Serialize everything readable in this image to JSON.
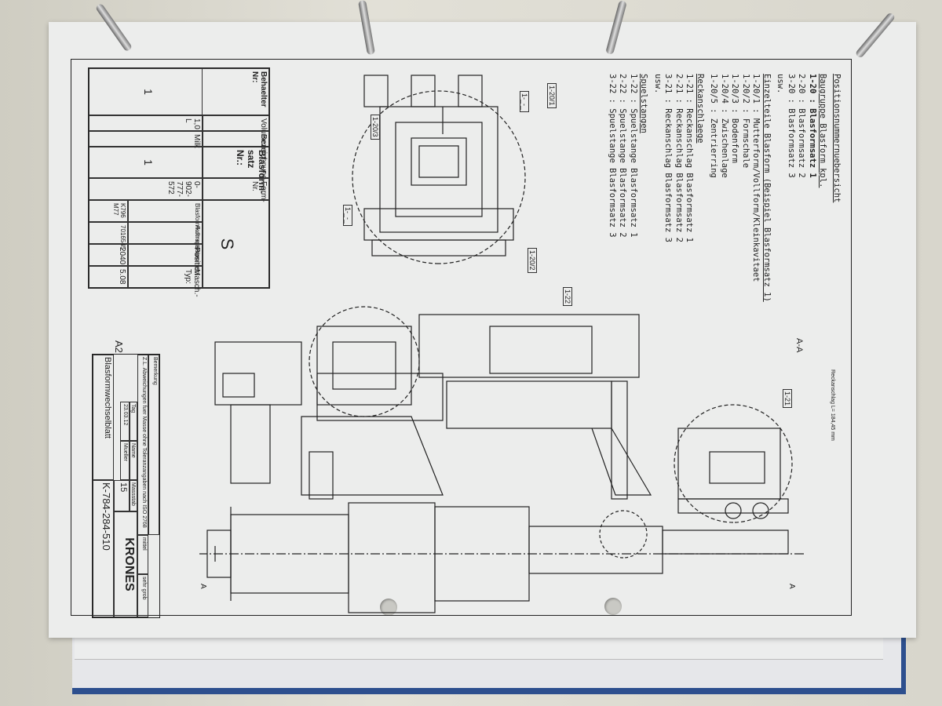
{
  "sheet": {
    "position_list": {
      "title": "Positionsnummernuebersicht",
      "group_heading": "Baugruppe Blasform kpl.",
      "group_items": [
        "1-20 : Blasformsatz 1",
        "2-20 : Blasformsatz 2",
        "3-20 : Blasformsatz 3",
        "usw."
      ],
      "parts_heading": "Einzelteile Blasform (Beispiel Blasformsatz 1)",
      "parts_items": [
        "1-20/1 : Mutterform/Vollform/Kleinkavitaet",
        "1-20/2 : Formschale",
        "1-20/3 : Bodenform",
        "1-20/4 : Zwischenlage",
        "1-20/5 : Zentrierring"
      ],
      "stretch_heading": "Reckanschlaege",
      "stretch_items": [
        "1-21 : Reckanschlag Blasformsatz 1",
        "2-21 : Reckanschlag Blasformsatz 2",
        "3-21 : Reckanschlag Blasformsatz 3",
        "usw."
      ],
      "rinse_heading": "Spuelstangen",
      "rinse_items": [
        "1-22 : Spuelstange Blasformsatz 1",
        "2-22 : Spuelstange Blasformsatz 2",
        "3-22 : Spuelstange Blasformsatz 3"
      ]
    },
    "info_table": {
      "container_label": "Behaelter Nr:",
      "container_value": "1",
      "volume_label": "Volumen",
      "volume_value": "1,0 L",
      "designation_label": "Bezeichnung",
      "designation_value": "Milk",
      "mould_set_label": "Blasform-satz Nr.:",
      "mould_set_value": "1",
      "mould_no_label": "Form-Nr.",
      "mould_no_value": "0-902-777-572",
      "symbol": "S",
      "commission_label": "Blasformkommission",
      "commission_value": "K796 M77",
      "order_label": "Auftragsnummer",
      "order_value": "7016545",
      "position_label": "Position",
      "position_value": "2040",
      "machine_label": "Masch.-Typ:",
      "machine_value": "5.08"
    },
    "sheet_size": "A2",
    "title_block": {
      "note_label": "Bemerkung",
      "note": "Z.L. Abweichungen fuer Masse ohne Toleranzangaben nach ISO 2768",
      "tolerance_mittel": "mittel",
      "tolerance_grob": "sehr grob",
      "date_label": "Tag",
      "date": "23.03.12",
      "name_label": "Name",
      "name": "Mueller",
      "scale_label": "Massstab",
      "scale": "15",
      "title": "Blasformwechselblatt",
      "drawing_no": "K-784-284-510",
      "brand": "KRONES"
    },
    "callouts": {
      "c1": "1-20/1",
      "c2": "1-20/2",
      "c3": "1-20/3",
      "c4": "1-_-_",
      "c5": "1-_-_",
      "c21": "1-21",
      "c22": "1-22",
      "section": "A-A",
      "section_a1": "A",
      "section_a2": "A",
      "stretch_note": "Reckanschlag L= 184,45 mm"
    }
  },
  "colors": {
    "binder": "#2d4f8e",
    "paper": "#ecedec",
    "ink": "#222222"
  }
}
